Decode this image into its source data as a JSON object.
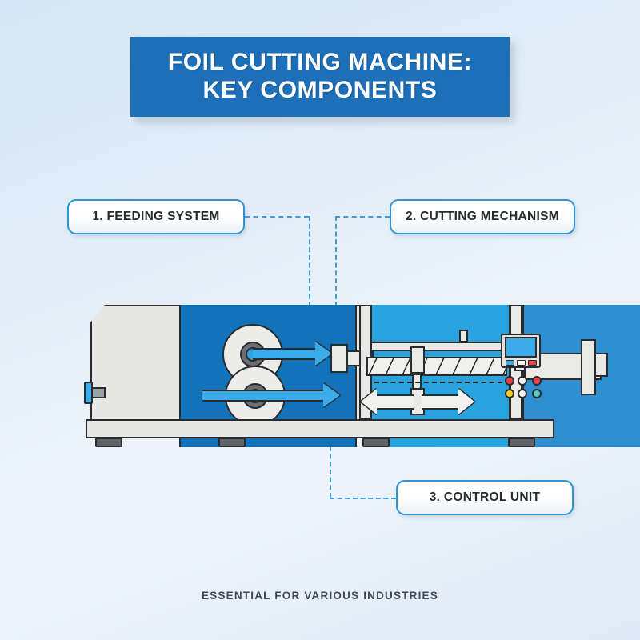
{
  "banner": {
    "title": "FOIL CUTTING MACHINE:\nKEY COMPONENTS",
    "background_color": "#1d6fb8",
    "text_color": "#ffffff"
  },
  "callouts": [
    {
      "id": "feeding-system",
      "label": "1. FEEDING SYSTEM",
      "number": "1",
      "name": "FEEDING SYSTEM"
    },
    {
      "id": "cutting-mechanism",
      "label": "2. CUTTING MECHANISM",
      "number": "2",
      "name": "CUTTING MECHANISM"
    },
    {
      "id": "control-unit",
      "label": "3. CONTROL UNIT",
      "number": "3",
      "name": "CONTROL UNIT"
    }
  ],
  "footer": {
    "text": "ESSENTIAL FOR VARIOUS INDUSTRIES"
  },
  "machine": {
    "sections": [
      {
        "name": "feeding-section",
        "panel_color": "#1273ba",
        "parts": "two supply rolls with feed direction arrows"
      },
      {
        "name": "cutting-section",
        "panel_color": "#28a3dd",
        "parts": "serrated blade bar, vertical cutter block, bidirectional travel arrows"
      },
      {
        "name": "control-section",
        "panel_color": "#2f90d1",
        "parts": "drive shaft and operator control panel"
      }
    ],
    "control_panel": {
      "screen_color": "#3aace9",
      "screen_buttons": [
        "#3aace9",
        "#f2f2f0",
        "#e8414a"
      ],
      "indicator_lights": [
        "#e8414a",
        "#f4f4f2",
        "#e8414a",
        "#f5d021",
        "#f4f4f2",
        "#4fd0c4"
      ]
    },
    "body_color": "#e7e7e5",
    "outline_color": "#2b2b2b",
    "connector_color": "#3e9bd8",
    "connector_dot_color": "#1f7fc0"
  },
  "background": {
    "from": "#d6e6f4",
    "to": "#dfeaf6"
  }
}
